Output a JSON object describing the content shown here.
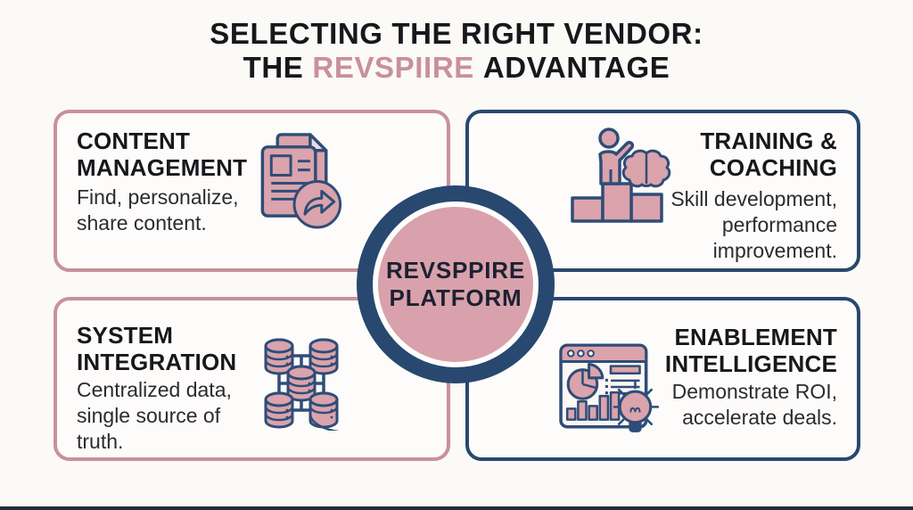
{
  "title": {
    "line1": "SELECTING THE RIGHT VENDOR:",
    "line2_prefix": "THE",
    "line2_brand": "REVSPIIRE",
    "line2_suffix": "ADVANTAGE"
  },
  "center_badge": {
    "line1": "REVSPPIRE",
    "line2": "PLATFORM"
  },
  "quadrants": [
    {
      "id": "content-management",
      "title_lines": [
        "CONTENT",
        "MANAGEMENT"
      ],
      "desc_lines": [
        "Find, personalize,",
        "share content."
      ],
      "icon": "documents-share-icon",
      "accent": "pink"
    },
    {
      "id": "training-coaching",
      "title_lines": [
        "TRAINING &",
        "COACHING"
      ],
      "desc_lines": [
        "Skill development,",
        "performance",
        "improvement."
      ],
      "icon": "coach-podium-brain-icon",
      "accent": "navy"
    },
    {
      "id": "system-integration",
      "title_lines": [
        "SYSTEM",
        "INTEGRATION"
      ],
      "desc_lines": [
        "Centralized data,",
        "single source of",
        "truth."
      ],
      "icon": "database-network-icon",
      "accent": "pink"
    },
    {
      "id": "enablement-intelligence",
      "title_lines": [
        "ENABLEMENT",
        "INTELLIGENCE"
      ],
      "desc_lines": [
        "Demonstrate ROI,",
        "accelerate deals."
      ],
      "icon": "analytics-lightbulb-icon",
      "accent": "navy"
    }
  ],
  "colors": {
    "background": "#fbfaf7",
    "pink_border": "#c8919c",
    "pink_fill": "#dba3ab",
    "navy": "#28486f",
    "brand_pink_text": "#c9909b",
    "heading_text": "#17171c",
    "body_text": "#2b2b30"
  }
}
